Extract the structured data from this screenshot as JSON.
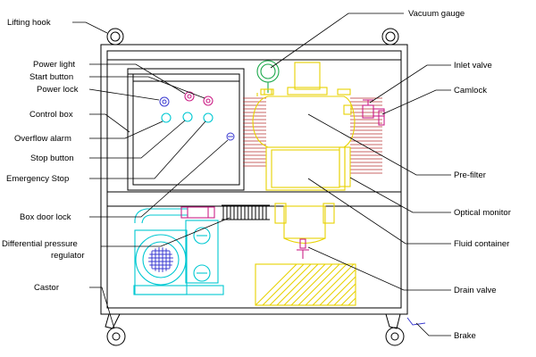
{
  "labels": {
    "lifting_hook": "Lifting hook",
    "power_light": "Power light",
    "start_button": "Start button",
    "power_lock": "Power lock",
    "control_box": "Control box",
    "overflow_alarm": "Overflow alarm",
    "stop_button": "Stop button",
    "emergency_stop": "Emergency Stop",
    "box_door_lock": "Box door lock",
    "differential_pressure_line1": "Differential pressure",
    "differential_pressure_line2": "regulator",
    "castor": "Castor",
    "vacuum_gauge": "Vacuum gauge",
    "inlet_valve": "Inlet valve",
    "camlock": "Camlock",
    "pre_filter": "Pre-filter",
    "optical_monitor": "Optical monitor",
    "fluid_container": "Fluid container",
    "drain_valve": "Drain valve",
    "brake": "Brake"
  },
  "colors": {
    "frame": "#000000",
    "tank": "#e8d200",
    "pump": "#00c8d2",
    "indicator": "#cc2288",
    "heat_coil": "#b83232",
    "gauge": "#1aa84a",
    "button": "#3a3ad0"
  }
}
